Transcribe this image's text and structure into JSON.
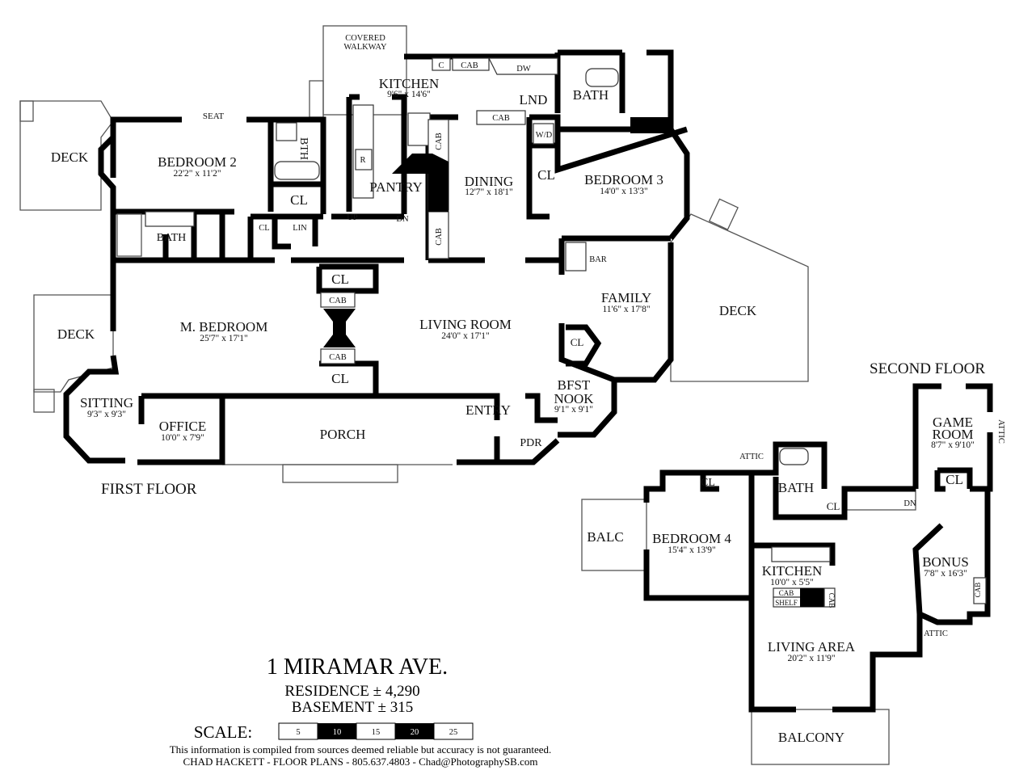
{
  "title": "1 MIRAMAR AVE.",
  "residence": "RESIDENCE ± 4,290",
  "basement": "BASEMENT ± 315",
  "scale": {
    "label": "SCALE:",
    "ticks": [
      "5",
      "10",
      "15",
      "20",
      "25"
    ]
  },
  "disclaimer": "This information is compiled from sources deemed reliable but accuracy is not guaranteed.",
  "credit": "CHAD HACKETT - FLOOR PLANS - 805.637.4803 - Chad@PhotographySB.com",
  "first_floor": {
    "label": "FIRST FLOOR",
    "rooms": {
      "covered_walkway_1": "COVERED",
      "covered_walkway_2": "WALKWAY",
      "kitchen": "KITCHEN",
      "kitchen_dim": "9'6\" x 14'6\"",
      "lnd": "LND",
      "bath": "BATH",
      "seat": "SEAT",
      "deck_left": "DECK",
      "bedroom2": "BEDROOM 2",
      "bedroom2_dim": "22'2\" x 11'2\"",
      "bth": "BTH",
      "cl": "CL",
      "lin": "LIN",
      "pantry": "PANTRY",
      "dining": "DINING",
      "dining_dim": "12'7\" x 18'1\"",
      "bedroom3": "BEDROOM 3",
      "bedroom3_dim": "14'0\" x 13'3\"",
      "bar": "BAR",
      "family": "FAMILY",
      "family_dim": "11'6\" x 17'8\"",
      "deck_right": "DECK",
      "deck_lower": "DECK",
      "mbedroom": "M. BEDROOM",
      "mbedroom_dim": "25'7\" x 17'1\"",
      "living": "LIVING ROOM",
      "living_dim": "24'0\" x 17'1\"",
      "sitting": "SITTING",
      "sitting_dim": "9'3\" x 9'3\"",
      "office": "OFFICE",
      "office_dim": "10'0\" x 7'9\"",
      "porch": "PORCH",
      "entry": "ENTRY",
      "pdr": "PDR",
      "bfst1": "BFST",
      "bfst2": "NOOK",
      "bfst_dim": "9'1\" x 9'1\"",
      "cab": "CAB",
      "c": "C",
      "dw": "DW",
      "wd": "W/D",
      "r": "R",
      "up": "UP",
      "dn": "DN"
    }
  },
  "second_floor": {
    "label": "SECOND FLOOR",
    "rooms": {
      "attic": "ATTIC",
      "bath": "BATH",
      "cl": "CL",
      "dn": "DN",
      "game": "GAME",
      "room": "ROOM",
      "game_dim": "8'7\" x 9'10\"",
      "balc": "BALC",
      "bedroom4": "BEDROOM 4",
      "bedroom4_dim": "15'4\" x 13'9\"",
      "kitchen": "KITCHEN",
      "kitchen_dim": "10'0\" x 5'5\"",
      "cab": "CAB",
      "shelf": "SHELF",
      "bonus": "BONUS",
      "bonus_dim": "7'8\" x 16'3\"",
      "living": "LIVING AREA",
      "living_dim": "20'2\" x 11'9\"",
      "balcony": "BALCONY"
    }
  }
}
